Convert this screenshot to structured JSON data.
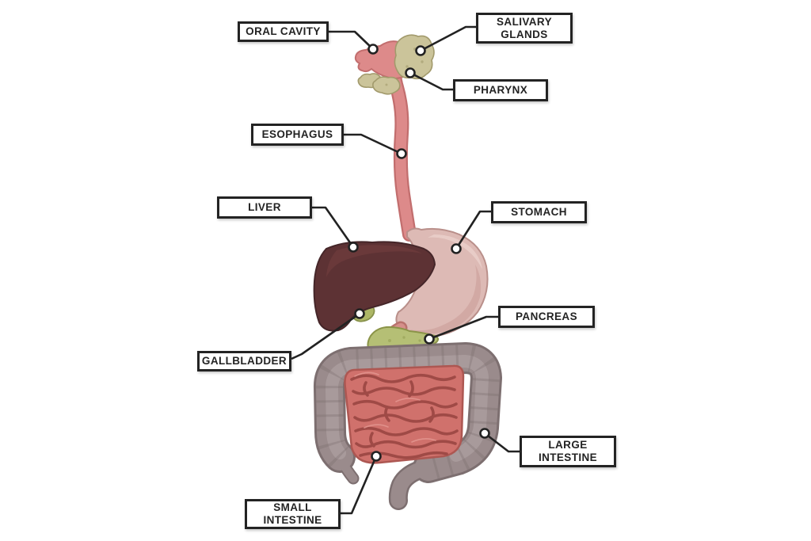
{
  "diagram": {
    "subject": "human digestive system",
    "background": "#ffffff",
    "line_color": "#222222",
    "label_box": {
      "background": "#ffffff",
      "border": "#232323",
      "text": "#232323"
    }
  },
  "labels": [
    {
      "id": "oral-cavity",
      "line1": "ORAL CAVITY",
      "line2": ""
    },
    {
      "id": "salivary-glands",
      "line1": "SALIVARY",
      "line2": "GLANDS"
    },
    {
      "id": "pharynx",
      "line1": "PHARYNX",
      "line2": ""
    },
    {
      "id": "esophagus",
      "line1": "ESOPHAGUS",
      "line2": ""
    },
    {
      "id": "liver",
      "line1": "LIVER",
      "line2": ""
    },
    {
      "id": "stomach",
      "line1": "STOMACH",
      "line2": ""
    },
    {
      "id": "gallbladder",
      "line1": "GALLBLADDER",
      "line2": ""
    },
    {
      "id": "pancreas",
      "line1": "PANCREAS",
      "line2": ""
    },
    {
      "id": "large-intestine",
      "line1": "LARGE",
      "line2": "INTESTINE"
    },
    {
      "id": "small-intestine",
      "line1": "SMALL",
      "line2": "INTESTINE"
    }
  ],
  "colors": {
    "oral_cavity_esophagus": "#dd8a8a",
    "salivary_glands": "#cbc49a",
    "liver": "#5d3234",
    "stomach": "#ddbab5",
    "gallbladder": "#adb766",
    "pancreas": "#b5bf75",
    "large_intestine": "#9a8b8c",
    "small_intestine": "#d0716c"
  }
}
